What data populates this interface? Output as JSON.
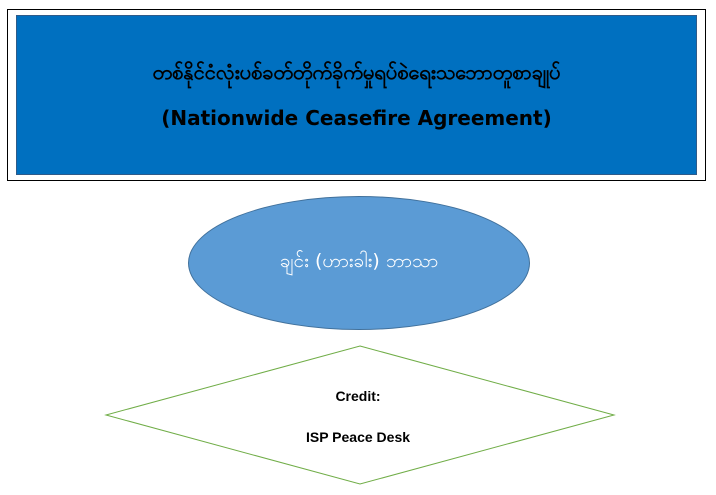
{
  "colors": {
    "title_fill": "#0070c0",
    "oval_fill": "#5b9bd5",
    "diamond_stroke": "#70ad47"
  },
  "title_box": {
    "line_myanmar": "တစ်နိုင်ငံလုံးပစ်ခတ်တိုက်ခိုက်မှုရပ်စဲရေးသဘောတူစာချုပ်",
    "line_english": "(Nationwide Ceasefire Agreement)"
  },
  "oval": {
    "text": "ချင်း (ဟားခါး) ဘာသာ"
  },
  "diamond": {
    "credit_label": "Credit:",
    "credit_source": "ISP Peace Desk"
  }
}
